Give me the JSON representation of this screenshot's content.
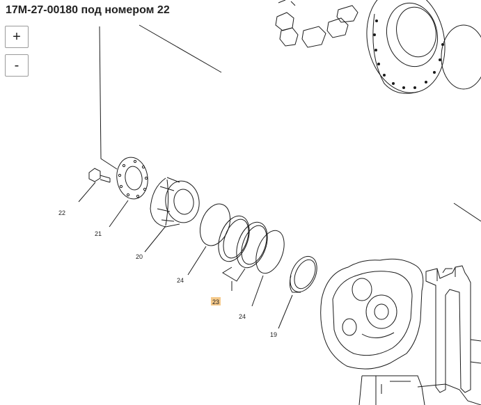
{
  "title": "17M-27-00180 под номером 22",
  "controls": {
    "zoom_in_label": "+",
    "zoom_out_label": "-"
  },
  "callouts": {
    "c22": "22",
    "c21": "21",
    "c20": "20",
    "c24a": "24",
    "c23": "23",
    "c24b": "24",
    "c19": "19"
  },
  "colors": {
    "line": "#1a1a1a",
    "highlight": "#f5c98a"
  }
}
